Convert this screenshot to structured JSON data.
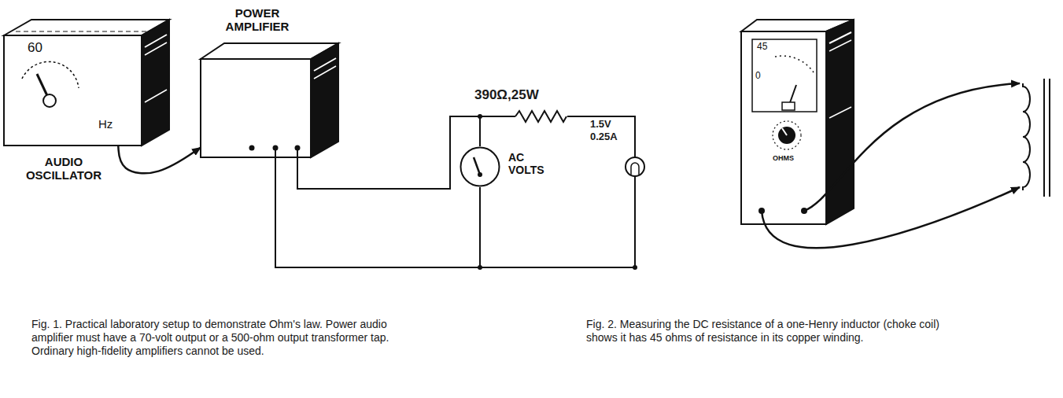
{
  "diagram": {
    "nodes": [
      {
        "text": [
          "60",
          "Hz",
          "AUDIO OSCILLATOR"
        ]
      },
      {
        "text": [
          "POWER AMPLIFIER"
        ]
      },
      {
        "text": [
          "AC VOLTS"
        ]
      },
      {
        "text": [
          "45",
          "0",
          "OHMS"
        ]
      }
    ],
    "edges": [
      {
        "from": 0,
        "to": 1,
        "arrow": "to"
      },
      {
        "from": 1,
        "to": 2,
        "arrow": "none"
      }
    ],
    "labels": [
      "390Ω,25W",
      "1.5V 0.25A",
      "Fig. 1. Practical laboratory setup to demonstrate Ohm's law. Power audio amplifier must have a 70-volt output or a 500-ohm output transformer tap. Ordinary high-fidelity amplifiers cannot be used.",
      "Fig. 2. Measuring the DC resistance of a one-Henry inductor (choke coil) shows it has 45 ohms of resistance in its copper winding."
    ]
  }
}
